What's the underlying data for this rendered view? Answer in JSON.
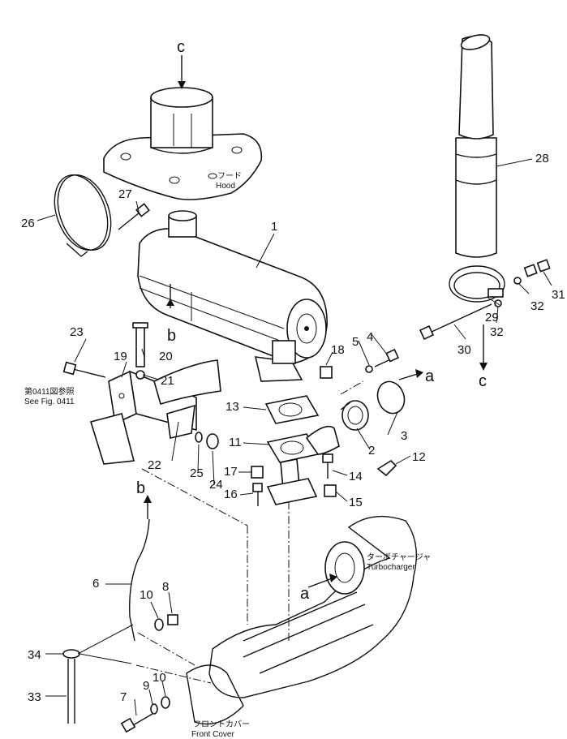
{
  "callouts": [
    {
      "id": "1",
      "text": "1"
    },
    {
      "id": "2",
      "text": "2"
    },
    {
      "id": "3",
      "text": "3"
    },
    {
      "id": "4",
      "text": "4"
    },
    {
      "id": "5",
      "text": "5"
    },
    {
      "id": "6",
      "text": "6"
    },
    {
      "id": "7",
      "text": "7"
    },
    {
      "id": "8",
      "text": "8"
    },
    {
      "id": "9",
      "text": "9"
    },
    {
      "id": "10a",
      "text": "10"
    },
    {
      "id": "10b",
      "text": "10"
    },
    {
      "id": "11",
      "text": "11"
    },
    {
      "id": "12",
      "text": "12"
    },
    {
      "id": "13",
      "text": "13"
    },
    {
      "id": "14",
      "text": "14"
    },
    {
      "id": "15",
      "text": "15"
    },
    {
      "id": "16",
      "text": "16"
    },
    {
      "id": "17",
      "text": "17"
    },
    {
      "id": "18",
      "text": "18"
    },
    {
      "id": "19",
      "text": "19"
    },
    {
      "id": "20",
      "text": "20"
    },
    {
      "id": "21",
      "text": "21"
    },
    {
      "id": "22",
      "text": "22"
    },
    {
      "id": "23",
      "text": "23"
    },
    {
      "id": "24",
      "text": "24"
    },
    {
      "id": "25",
      "text": "25"
    },
    {
      "id": "26",
      "text": "26"
    },
    {
      "id": "27",
      "text": "27"
    },
    {
      "id": "28",
      "text": "28"
    },
    {
      "id": "29",
      "text": "29"
    },
    {
      "id": "30",
      "text": "30"
    },
    {
      "id": "31",
      "text": "31"
    },
    {
      "id": "32a",
      "text": "32"
    },
    {
      "id": "32b",
      "text": "32"
    },
    {
      "id": "33",
      "text": "33"
    },
    {
      "id": "34",
      "text": "34"
    }
  ],
  "letters": {
    "c_top": "c",
    "c_right": "c",
    "b_muffler": "b",
    "b_bracket": "b",
    "a_flange": "a",
    "a_turbo": "a"
  },
  "notes": {
    "hood_jp": "フード",
    "hood_en": "Hood",
    "see_fig_jp": "第0411図参照",
    "see_fig_en": "See Fig. 0411",
    "turbo_jp": "ターボチャージャ",
    "turbo_en": "Turbocharger",
    "front_jp": "フロントカバー",
    "front_en": "Front Cover"
  }
}
